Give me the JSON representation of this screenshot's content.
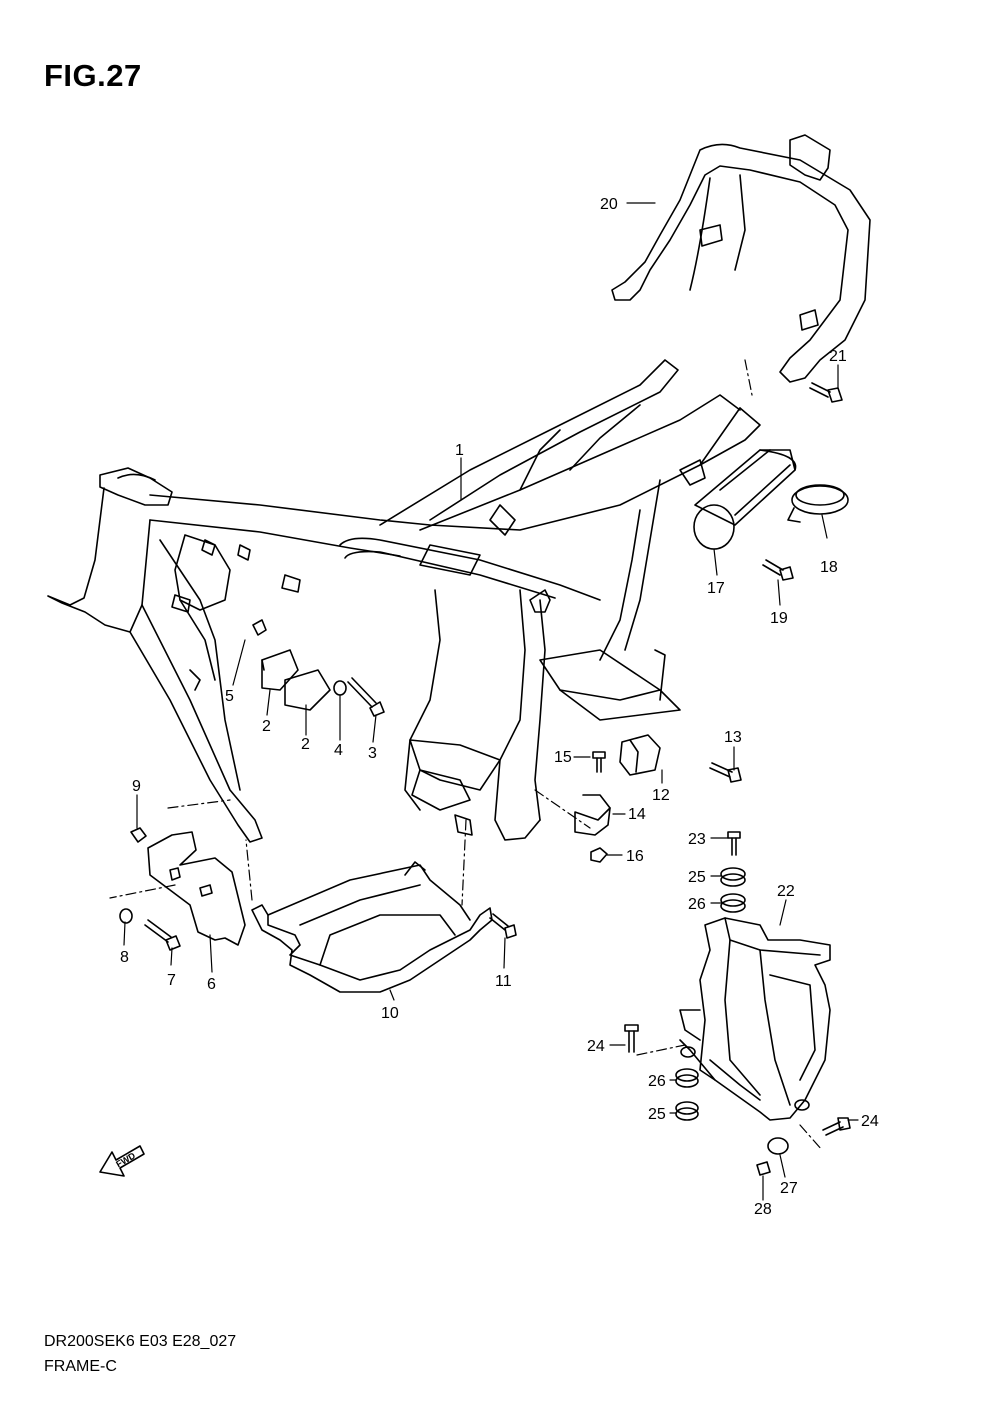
{
  "figure": {
    "title": "FIG.27"
  },
  "footer": {
    "code": "DR200SEK6 E03 E28_027",
    "subtitle": "FRAME-C"
  },
  "fwd_label": "FWD",
  "callouts": [
    {
      "id": "1",
      "label": "1"
    },
    {
      "id": "2a",
      "label": "2"
    },
    {
      "id": "2b",
      "label": "2"
    },
    {
      "id": "3",
      "label": "3"
    },
    {
      "id": "4",
      "label": "4"
    },
    {
      "id": "5",
      "label": "5"
    },
    {
      "id": "6",
      "label": "6"
    },
    {
      "id": "7",
      "label": "7"
    },
    {
      "id": "8",
      "label": "8"
    },
    {
      "id": "9",
      "label": "9"
    },
    {
      "id": "10",
      "label": "10"
    },
    {
      "id": "11",
      "label": "11"
    },
    {
      "id": "12",
      "label": "12"
    },
    {
      "id": "13",
      "label": "13"
    },
    {
      "id": "14",
      "label": "14"
    },
    {
      "id": "15",
      "label": "15"
    },
    {
      "id": "16",
      "label": "16"
    },
    {
      "id": "17",
      "label": "17"
    },
    {
      "id": "18",
      "label": "18"
    },
    {
      "id": "19",
      "label": "19"
    },
    {
      "id": "20",
      "label": "20"
    },
    {
      "id": "21",
      "label": "21"
    },
    {
      "id": "22",
      "label": "22"
    },
    {
      "id": "23",
      "label": "23"
    },
    {
      "id": "24a",
      "label": "24"
    },
    {
      "id": "24b",
      "label": "24"
    },
    {
      "id": "25a",
      "label": "25"
    },
    {
      "id": "25b",
      "label": "25"
    },
    {
      "id": "26a",
      "label": "26"
    },
    {
      "id": "26b",
      "label": "26"
    },
    {
      "id": "27",
      "label": "27"
    },
    {
      "id": "28",
      "label": "28"
    }
  ]
}
